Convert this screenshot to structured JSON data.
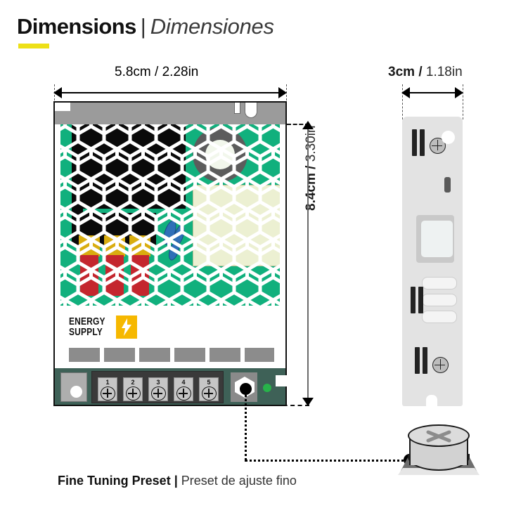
{
  "header": {
    "title_en": "Dimensions",
    "separator": "|",
    "title_es": "Dimensiones"
  },
  "colors": {
    "accent_yellow": "#EDE017",
    "pcb_green": "#11B07D",
    "logo_badge_yellow": "#F6B800",
    "led_green": "#27B34A",
    "chassis_dark": "#3E6157",
    "transformer_cream": "#ECF0D2",
    "capacitor_yellow": "#D9AD10",
    "resistor_red": "#C4262E",
    "capacitor_blue": "#2E6FB7"
  },
  "dimensions": {
    "width": {
      "metric": "5.8cm",
      "slash": "/",
      "imperial": "2.28in"
    },
    "height": {
      "metric": "8.4cm",
      "slash": "/",
      "imperial": "3.30in"
    },
    "depth": {
      "metric": "3cm",
      "slash": "/",
      "imperial": "1.18in"
    }
  },
  "front_view": {
    "logo": {
      "line1": "ENERGY",
      "line2": "SUPPLY",
      "badge_icon": "lightning-bolt-icon"
    },
    "terminals": [
      {
        "number": "1"
      },
      {
        "number": "2"
      },
      {
        "number": "3"
      },
      {
        "number": "4"
      },
      {
        "number": "5"
      }
    ],
    "preset_icon": "hex-trimmer-icon",
    "led_icon": "status-led-icon",
    "mount_hole_icon": "mounting-hole-icon"
  },
  "side_view": {
    "screw_icon": "phillips-screw-icon",
    "vent_icon": "vent-slot-icon",
    "hole_icon": "mounting-hole-icon",
    "panel_icon": "raised-panel-icon"
  },
  "callout": {
    "label_en": "Fine Tuning Preset",
    "separator": "|",
    "label_es": "Preset de ajuste fino",
    "detail_icon": "trimmer-potentiometer-icon",
    "adjust_slot_icon": "cross-slot-icon"
  }
}
